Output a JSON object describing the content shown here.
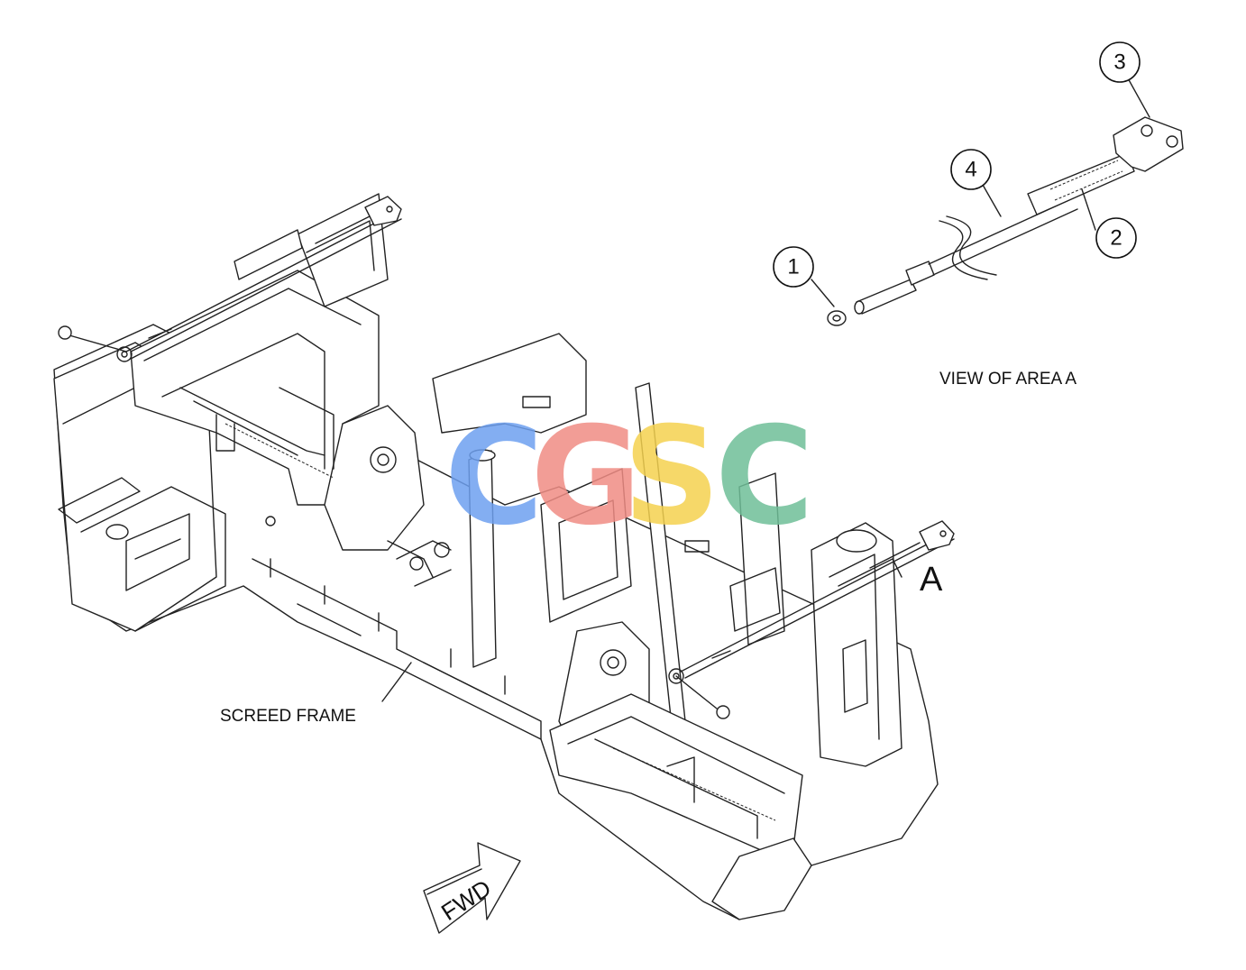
{
  "labels": {
    "view_of_area": "VIEW OF AREA A",
    "screed_frame": "SCREED FRAME",
    "area_marker": "A",
    "forward_arrow": "FWD"
  },
  "callouts": [
    {
      "number": "1"
    },
    {
      "number": "2"
    },
    {
      "number": "3"
    },
    {
      "number": "4"
    }
  ],
  "watermark": {
    "letters": [
      "C",
      "G",
      "S",
      "C"
    ],
    "colors": [
      "#6ea0f0",
      "#f08c84",
      "#f5d24f",
      "#6fbf98"
    ]
  }
}
